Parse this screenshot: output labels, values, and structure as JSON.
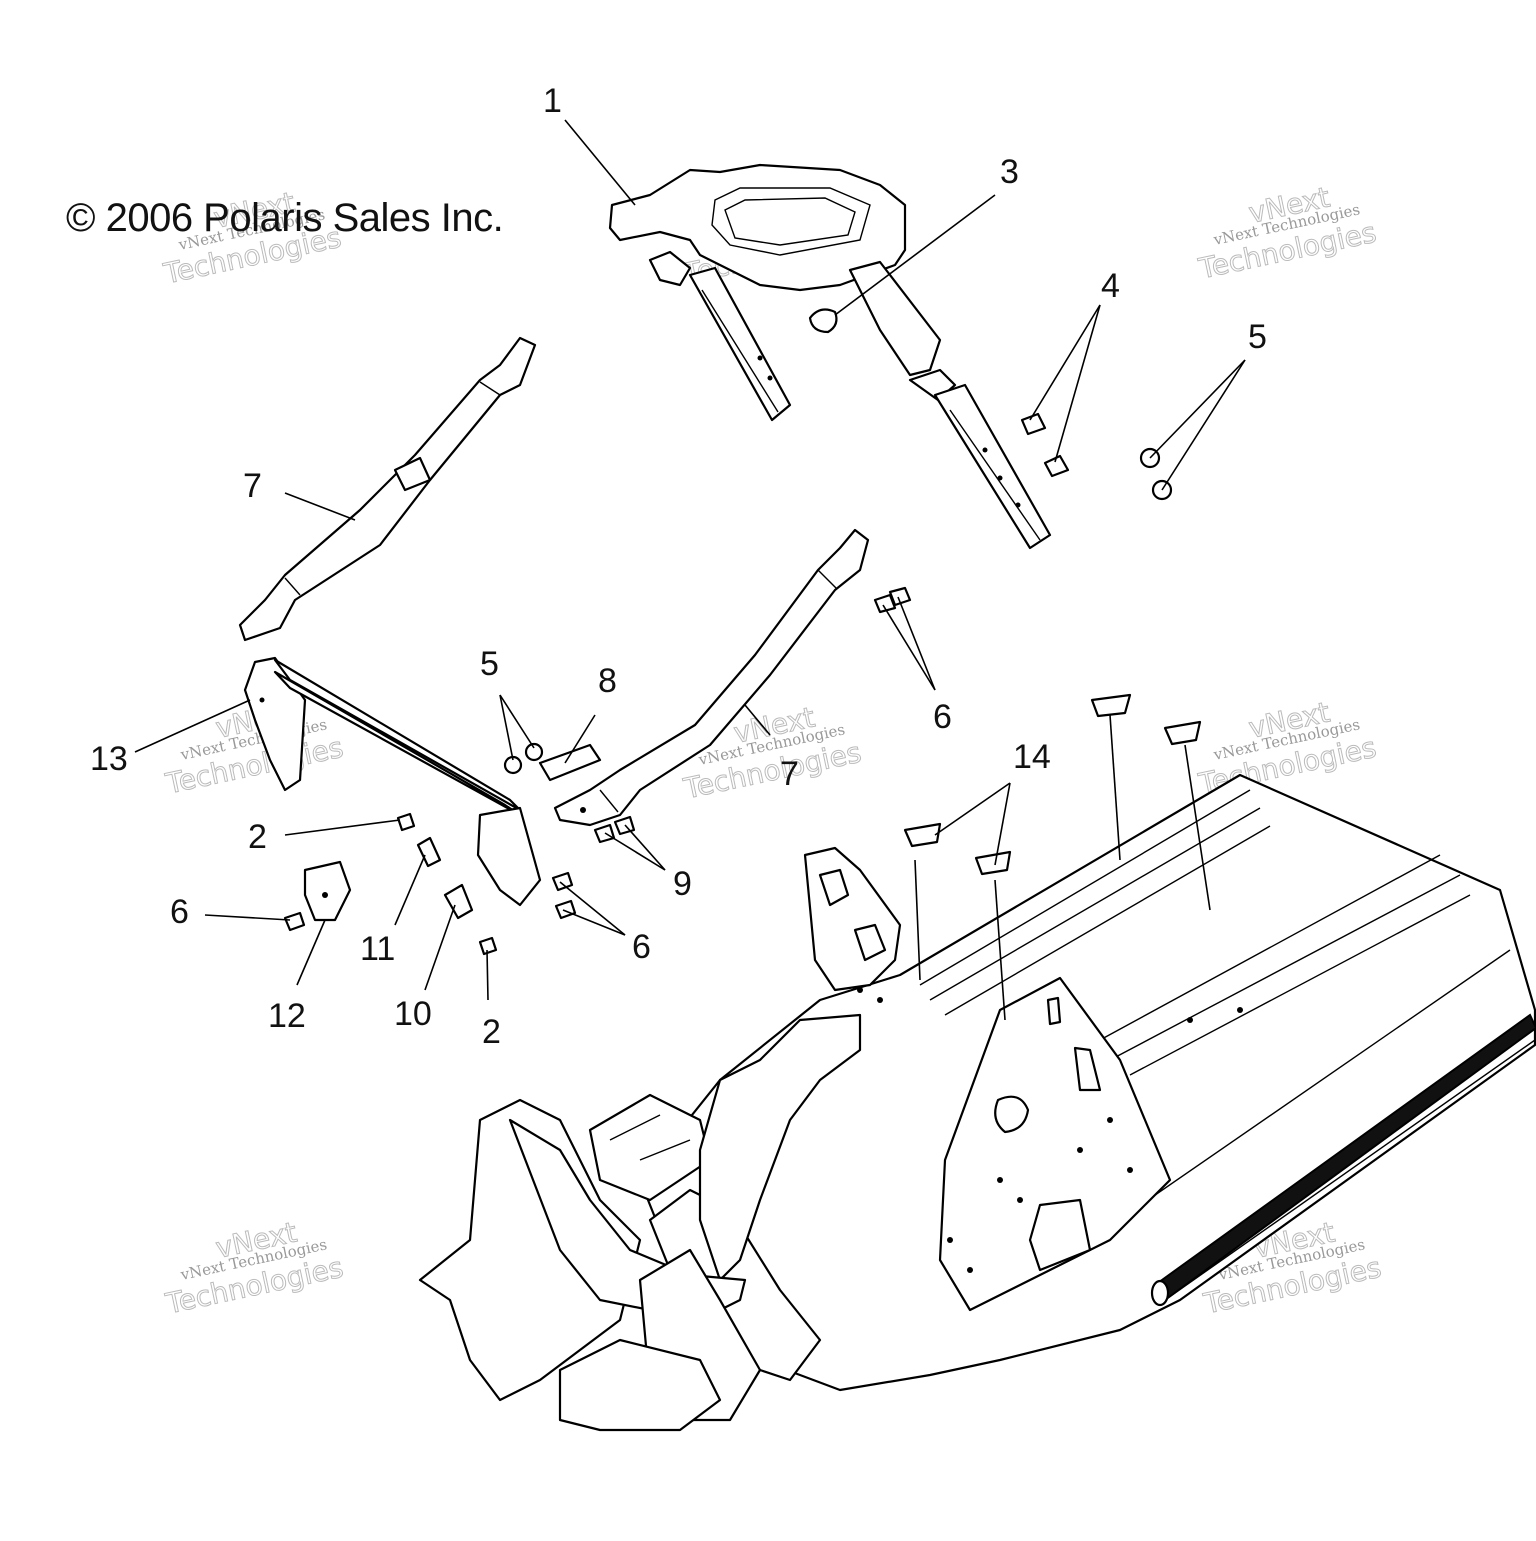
{
  "copyright": "© 2006 Polaris Sales Inc.",
  "watermark": {
    "line1": "vNext Technologies",
    "line2": "vNext",
    "line3": "Technologies"
  },
  "callouts": [
    {
      "id": "c1",
      "label": "1"
    },
    {
      "id": "c3",
      "label": "3"
    },
    {
      "id": "c4",
      "label": "4"
    },
    {
      "id": "c5a",
      "label": "5"
    },
    {
      "id": "c7a",
      "label": "7"
    },
    {
      "id": "c5b",
      "label": "5"
    },
    {
      "id": "c8",
      "label": "8"
    },
    {
      "id": "c6a",
      "label": "6"
    },
    {
      "id": "c13",
      "label": "13"
    },
    {
      "id": "c14",
      "label": "14"
    },
    {
      "id": "c2a",
      "label": "2"
    },
    {
      "id": "c9",
      "label": "9"
    },
    {
      "id": "c6b",
      "label": "6"
    },
    {
      "id": "c11",
      "label": "11"
    },
    {
      "id": "c6c",
      "label": "6"
    },
    {
      "id": "c12",
      "label": "12"
    },
    {
      "id": "c10",
      "label": "10"
    },
    {
      "id": "c2b",
      "label": "2"
    },
    {
      "id": "c7b",
      "label": "7"
    }
  ]
}
